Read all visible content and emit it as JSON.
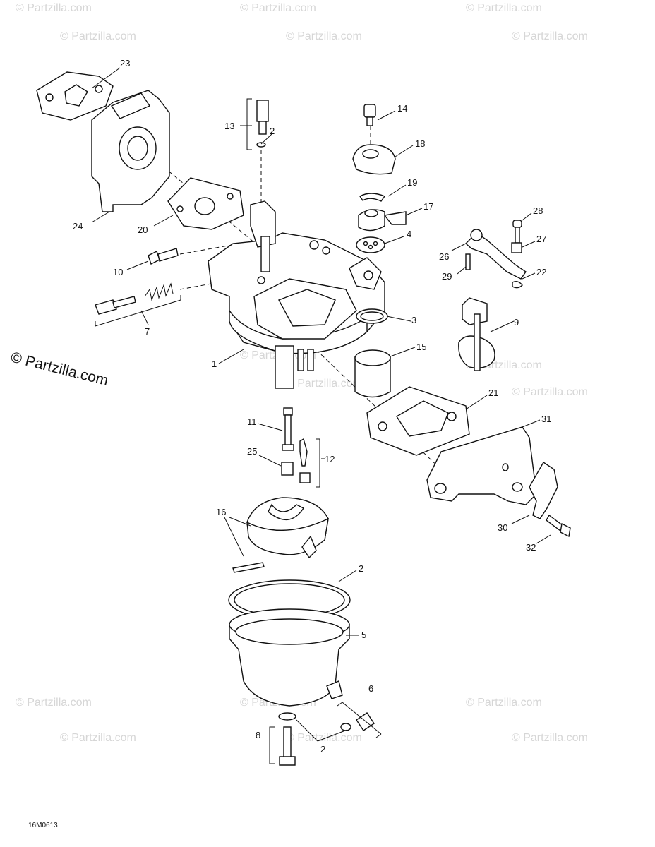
{
  "diagram": {
    "drawing_code": "16M0613",
    "watermarks": {
      "small": "© Partzilla.com",
      "large": "© Partzilla.com"
    },
    "callouts": [
      {
        "id": "23",
        "text": "23"
      },
      {
        "id": "13",
        "text": "13"
      },
      {
        "id": "2a",
        "text": "2"
      },
      {
        "id": "14",
        "text": "14"
      },
      {
        "id": "18",
        "text": "18"
      },
      {
        "id": "19",
        "text": "19"
      },
      {
        "id": "17",
        "text": "17"
      },
      {
        "id": "4",
        "text": "4"
      },
      {
        "id": "24",
        "text": "24"
      },
      {
        "id": "20",
        "text": "20"
      },
      {
        "id": "28",
        "text": "28"
      },
      {
        "id": "27",
        "text": "27"
      },
      {
        "id": "26",
        "text": "26"
      },
      {
        "id": "29",
        "text": "29"
      },
      {
        "id": "22",
        "text": "22"
      },
      {
        "id": "10",
        "text": "10"
      },
      {
        "id": "9",
        "text": "9"
      },
      {
        "id": "3",
        "text": "3"
      },
      {
        "id": "7",
        "text": "7"
      },
      {
        "id": "15",
        "text": "15"
      },
      {
        "id": "1",
        "text": "1"
      },
      {
        "id": "21",
        "text": "21"
      },
      {
        "id": "11",
        "text": "11"
      },
      {
        "id": "31",
        "text": "31"
      },
      {
        "id": "25",
        "text": "25"
      },
      {
        "id": "12",
        "text": "12"
      },
      {
        "id": "16",
        "text": "16"
      },
      {
        "id": "30",
        "text": "30"
      },
      {
        "id": "32",
        "text": "32"
      },
      {
        "id": "2b",
        "text": "2"
      },
      {
        "id": "5",
        "text": "5"
      },
      {
        "id": "6",
        "text": "6"
      },
      {
        "id": "8",
        "text": "8"
      },
      {
        "id": "2c",
        "text": "2"
      }
    ]
  }
}
